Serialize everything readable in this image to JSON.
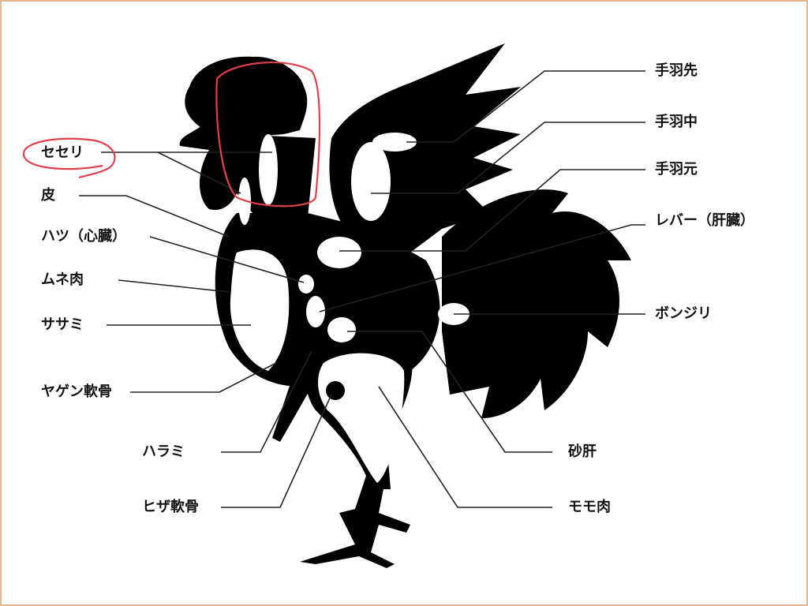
{
  "labels": {
    "seseri": "セセリ",
    "kawa": "皮",
    "hatsu": "ハツ（心臓）",
    "mune": "ムネ肉",
    "sasami": "ササミ",
    "yagen": "ヤゲン軟骨",
    "harami": "ハラミ",
    "hiza": "ヒザ軟骨",
    "tebasaki": "手羽先",
    "tebanaka": "手羽中",
    "tebamoto": "手羽元",
    "reba": "レバー（肝臓）",
    "bonjiri": "ボンジリ",
    "sunagimo": "砂肝",
    "momo": "モモ肉"
  },
  "colors": {
    "annotation": "#e0404a",
    "border": "#e3b88f",
    "silhouette": "#000000"
  }
}
